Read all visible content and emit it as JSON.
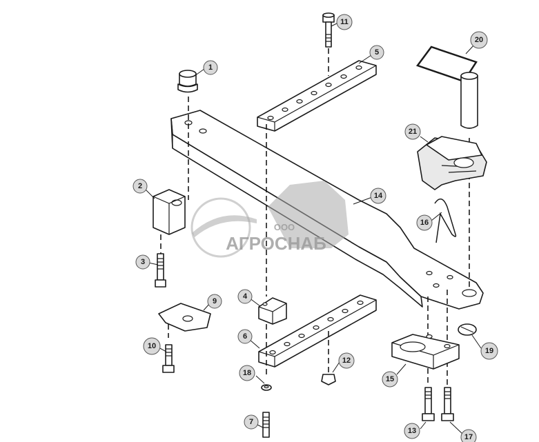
{
  "callouts": [
    "1",
    "2",
    "3",
    "4",
    "5",
    "6",
    "7",
    "9",
    "10",
    "11",
    "12",
    "13",
    "14",
    "15",
    "16",
    "17",
    "18",
    "19",
    "20",
    "21"
  ],
  "watermark": {
    "prefix": "ООО",
    "brand": "АГРОСНАБ"
  },
  "colors": {
    "line": "#1a1a1a",
    "callout_fill": "#d9d9d9",
    "watermark": "#a9a9a9"
  }
}
